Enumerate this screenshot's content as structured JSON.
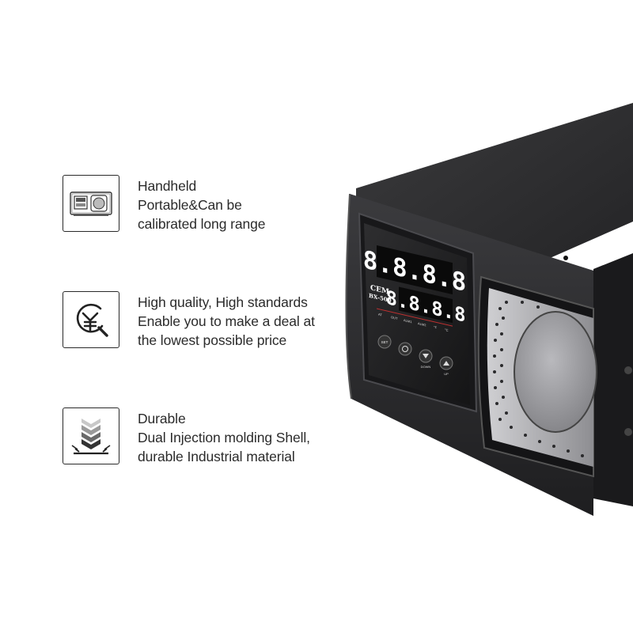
{
  "features": [
    {
      "icon": "device-icon",
      "line1": "Handheld",
      "line2": "Portable&Can be",
      "line3": "calibrated long range"
    },
    {
      "icon": "yen-search-icon",
      "line1": "High quality, High standards",
      "line2": "Enable you to make a deal at",
      "line3": "the lowest possible price"
    },
    {
      "icon": "durable-chevrons-icon",
      "line1": "Durable",
      "line2": "Dual Injection molding Shell,",
      "line3": "durable Industrial material"
    }
  ],
  "device": {
    "brand": "CEM",
    "model": "BX-500",
    "display_top": "8.8.8.8",
    "display_bottom": "8.8.8.8",
    "indicator_labels": [
      "AT",
      "OUT",
      "ALM1",
      "ALM2",
      "°F",
      "°C"
    ],
    "button_labels": [
      "SET",
      "DOWN",
      "UP"
    ],
    "colors": {
      "body": "#2c2c2e",
      "display": "#ffffff",
      "cavity": "#8a8a8e"
    }
  }
}
